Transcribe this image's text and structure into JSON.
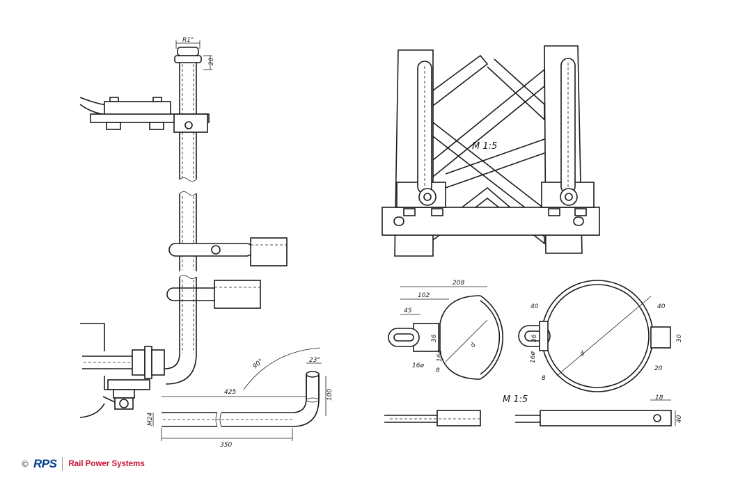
{
  "scales": [
    "M 1:5",
    "M 1:5"
  ],
  "dims": {
    "r1": "R1\"",
    "d20_top": "20",
    "d90": "90°",
    "d23": "23°",
    "d425": "425",
    "d100": "100",
    "dM24": "M24",
    "d350": "350",
    "d208": "208",
    "d102": "102",
    "d45": "45",
    "d36a": "36",
    "d16a": "16ø",
    "d16b": "16ø",
    "d8a": "8",
    "da": "d",
    "d40a": "40",
    "d40b": "40",
    "d36b": "36",
    "d16c": "16ø",
    "d30": "30",
    "d20b": "20",
    "d8b": "8",
    "db": "d",
    "d18": "18",
    "d40c": "40"
  },
  "footer": {
    "copyright": "©",
    "logo": "RPS",
    "company": "Rail Power Systems",
    "logo_color": "#003d8f",
    "company_color": "#c8102e"
  }
}
